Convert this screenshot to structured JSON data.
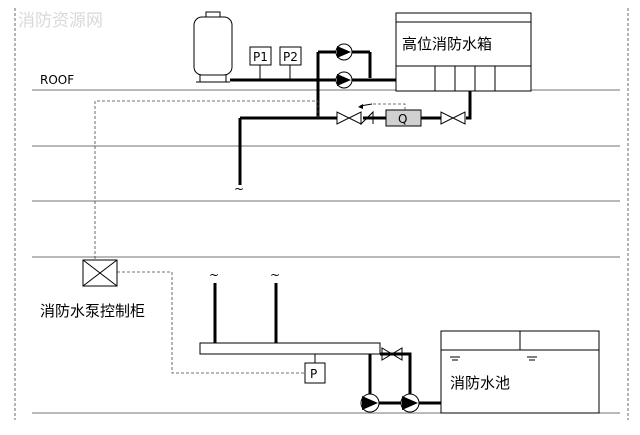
{
  "watermark": "消防资源网",
  "roof_label": "ROOF",
  "high_tank_label": "高位消防水箱",
  "gauges": [
    "P1",
    "P2"
  ],
  "flow_meter_label": "Q",
  "pressure_switch_label": "P",
  "control_cabinet_label": "消防水泵控制柜",
  "pool_label": "消防水池",
  "colors": {
    "line": "#000000",
    "dashed": "#444444",
    "watermark": "#d9d9d9",
    "meter_fill": "#d0d0d0"
  }
}
